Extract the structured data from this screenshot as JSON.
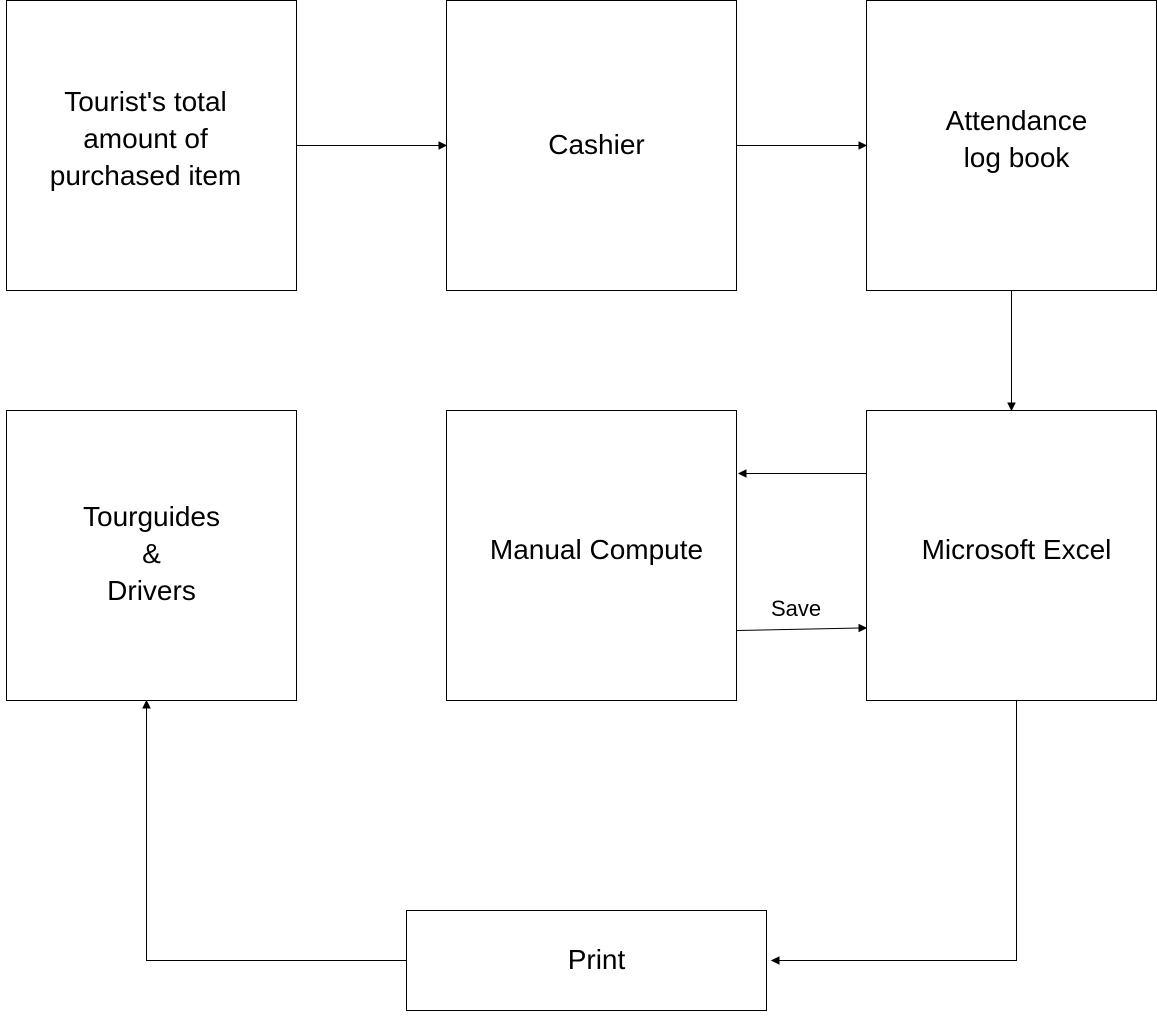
{
  "nodes": {
    "tourist_total": {
      "lines": [
        "Tourist's total",
        "amount of",
        "purchased item"
      ]
    },
    "cashier": {
      "lines": [
        "Cashier"
      ]
    },
    "attendance_log_book": {
      "lines": [
        "Attendance",
        "log book"
      ]
    },
    "microsoft_excel": {
      "lines": [
        "Microsoft Excel"
      ]
    },
    "manual_compute": {
      "lines": [
        "Manual Compute"
      ]
    },
    "tourguides_drivers": {
      "lines": [
        "Tourguides",
        "&",
        "Drivers"
      ]
    },
    "print": {
      "lines": [
        "Print"
      ]
    }
  },
  "edges": {
    "tourist_to_cashier": {
      "from": "Tourist's total amount of purchased item",
      "to": "Cashier"
    },
    "cashier_to_attendance": {
      "from": "Cashier",
      "to": "Attendance log book"
    },
    "attendance_to_excel": {
      "from": "Attendance log book",
      "to": "Microsoft Excel"
    },
    "excel_to_manual": {
      "from": "Microsoft Excel",
      "to": "Manual Compute"
    },
    "manual_to_excel": {
      "from": "Manual Compute",
      "to": "Microsoft Excel",
      "label": "Save"
    },
    "excel_to_print": {
      "from": "Microsoft Excel",
      "to": "Print"
    },
    "print_to_tourguides": {
      "from": "Print",
      "to": "Tourguides & Drivers"
    }
  },
  "colors": {
    "stroke": "#000000",
    "fill": "#ffffff",
    "text": "#000000"
  }
}
